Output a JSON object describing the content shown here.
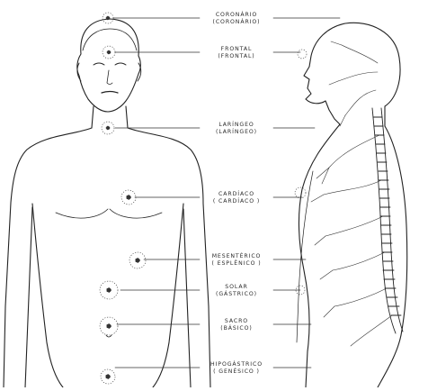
{
  "diagram": {
    "chakras": [
      {
        "id": "coronario",
        "name": "CORONÁRIO",
        "alt": "(CORONÁRIO)"
      },
      {
        "id": "frontal",
        "name": "FRONTAL",
        "alt": "(FRONTAL)"
      },
      {
        "id": "laringeo",
        "name": "LARÍNGEO",
        "alt": "(LARÍNGEO)"
      },
      {
        "id": "cardiaco",
        "name": "CARDÍACO",
        "alt": "( CARDÍACO )"
      },
      {
        "id": "mesenterico",
        "name": "MESENTÉRICO",
        "alt": "( ESPLÊNICO )"
      },
      {
        "id": "solar",
        "name": "SOLAR",
        "alt": "(GÁSTRICO)"
      },
      {
        "id": "sacro",
        "name": "SACRO",
        "alt": "(BÁSICO)"
      },
      {
        "id": "hipogastrico",
        "name": "HIPOGÁSTRICO",
        "alt": "( GENÉSICO )"
      }
    ]
  }
}
